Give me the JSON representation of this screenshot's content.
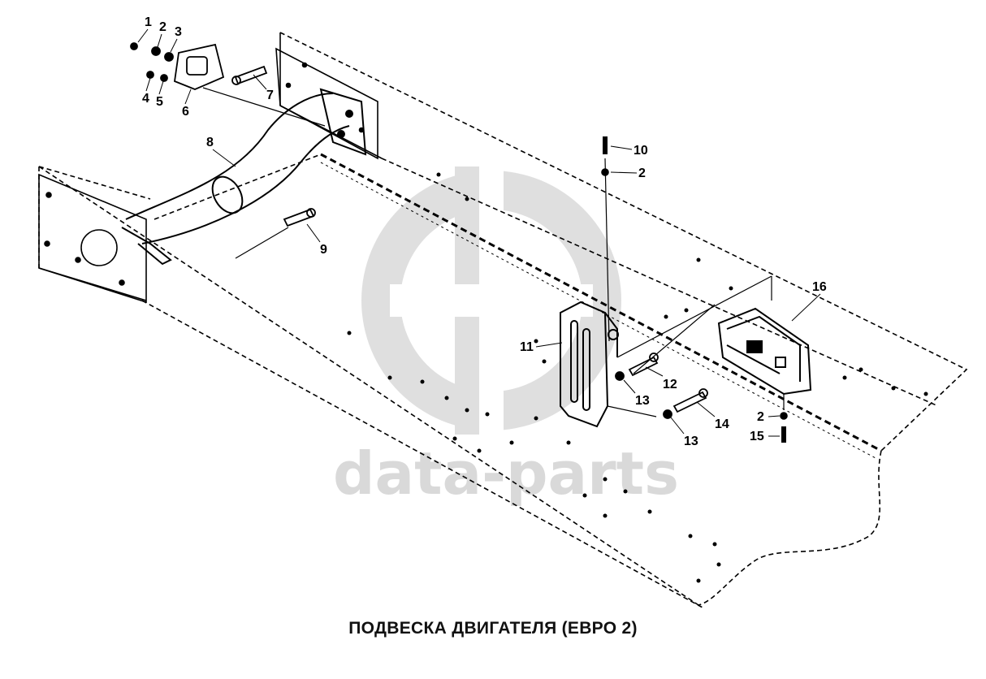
{
  "diagram": {
    "caption": "ПОДВЕСКА ДВИГАТЕЛЯ (ЕВРО 2)",
    "watermark_text": "data-parts",
    "watermark_color": "#d9d9d9",
    "line_color": "#000000",
    "callouts": {
      "c1": "1",
      "c2a": "2",
      "c3": "3",
      "c4": "4",
      "c5": "5",
      "c6": "6",
      "c7": "7",
      "c8": "8",
      "c9": "9",
      "c10": "10",
      "c2b": "2",
      "c11": "11",
      "c12": "12",
      "c13a": "13",
      "c13b": "13",
      "c14": "14",
      "c2c": "2",
      "c15": "15",
      "c16": "16"
    }
  }
}
